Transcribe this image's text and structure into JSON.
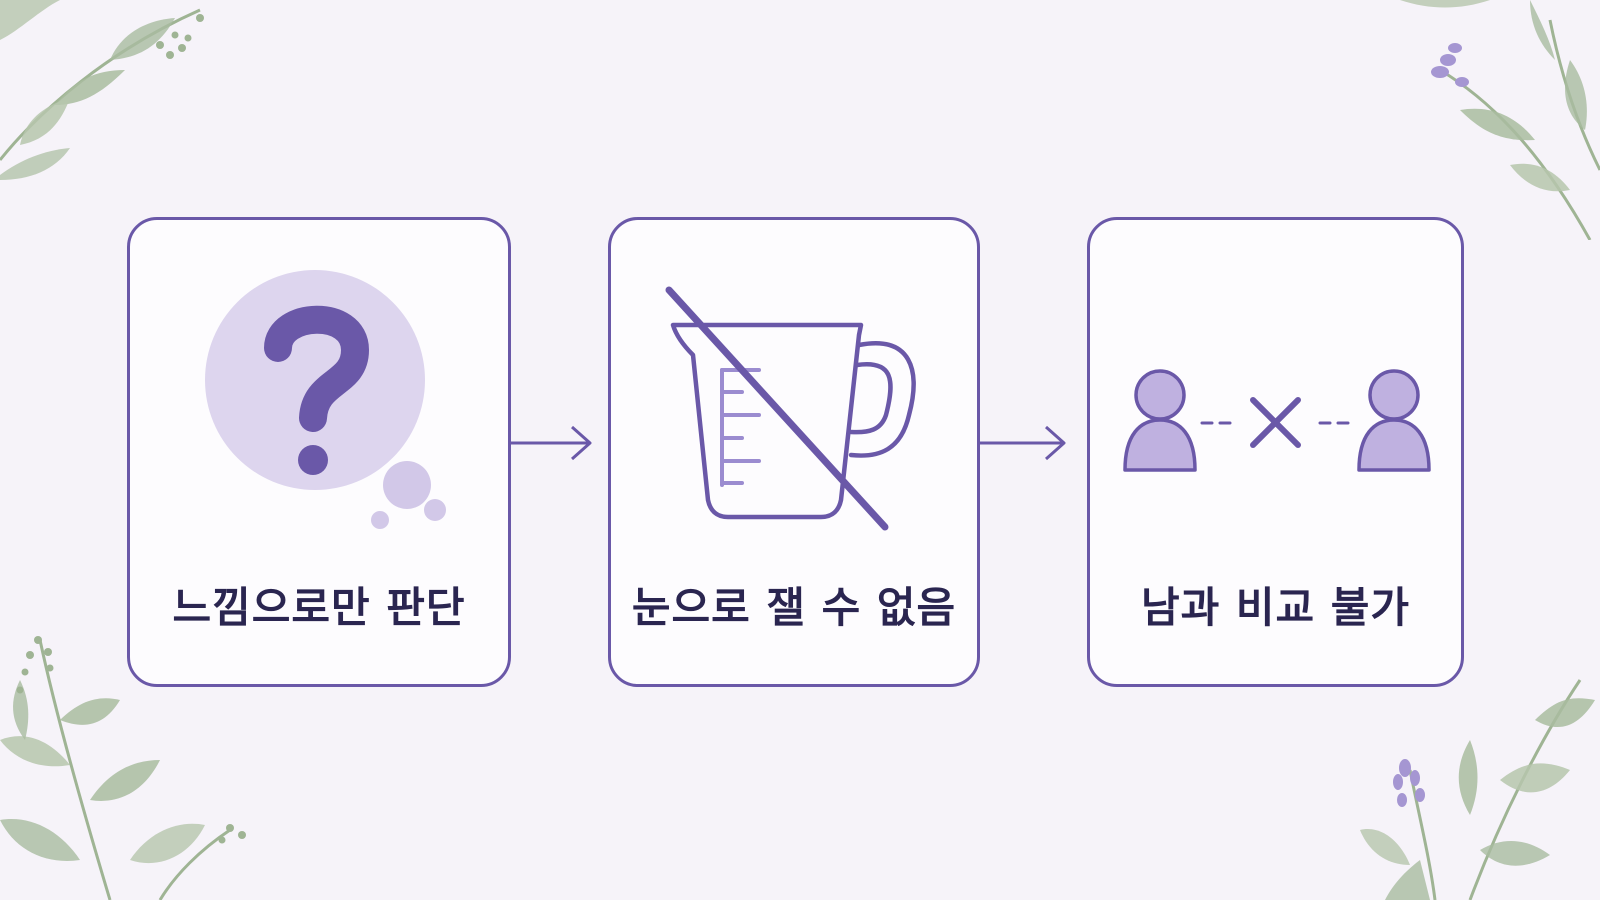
{
  "colors": {
    "accent": "#6a58a8",
    "accent_light": "#ddd5ee",
    "accent_fill": "#bfb1e0",
    "text": "#2a2550",
    "leaf": "#a9bca0",
    "background": "#f6f3f9"
  },
  "steps": [
    {
      "label": "느낌으로만 판단",
      "icon": "question-thought-icon"
    },
    {
      "label": "눈으로 잴 수 없음",
      "icon": "crossed-measuring-cup-icon"
    },
    {
      "label": "남과 비교 불가",
      "icon": "people-no-compare-icon"
    }
  ],
  "connectors": [
    "arrow-right-icon",
    "arrow-right-icon"
  ],
  "decorations": [
    "leaf-branch",
    "lavender-sprig"
  ]
}
